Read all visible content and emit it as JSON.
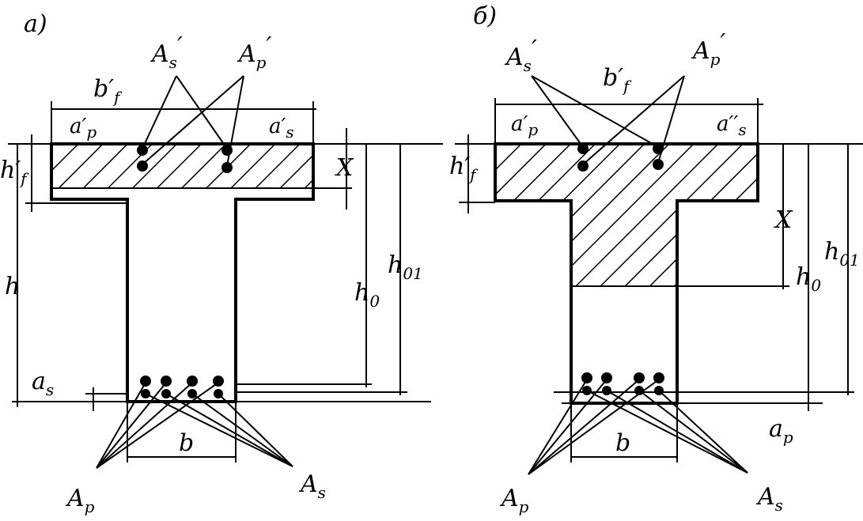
{
  "panel_a": {
    "caption": "а)",
    "As_top": "A",
    "As_top_sub": "s",
    "As_top_prime": "′",
    "Ap_top": "A",
    "Ap_top_sub": "p",
    "Ap_top_prime": "′",
    "bf": "b′",
    "bf_sub": "f",
    "ap_top": "a′",
    "ap_top_sub": "p",
    "as_top": "a′",
    "as_top_sub": "s",
    "hf": "h′",
    "hf_sub": "f",
    "x": "X",
    "h": "h",
    "h0": "h",
    "h0_sub": "0",
    "h01": "h",
    "h01_sub": "01",
    "as": "a",
    "as_sub": "s",
    "b": "b",
    "Ap": "A",
    "Ap_sub": "p",
    "As": "A",
    "As_sub": "s"
  },
  "panel_b": {
    "caption": "б)",
    "As_top": "A",
    "As_top_sub": "s",
    "As_top_prime": "′",
    "Ap_top": "A",
    "Ap_top_sub": "p",
    "Ap_top_prime": "′",
    "bf": "b′",
    "bf_sub": "f",
    "ap_top": "a′",
    "ap_top_sub": "p",
    "as_top": "a′′",
    "as_top_sub": "s",
    "hf": "h′",
    "hf_sub": "f",
    "x": "X",
    "h0": "h",
    "h0_sub": "0",
    "h01": "h",
    "h01_sub": "01",
    "ap": "a",
    "ap_sub": "p",
    "b": "b",
    "Ap": "A",
    "Ap_sub": "p",
    "As": "A",
    "As_sub": "s"
  }
}
